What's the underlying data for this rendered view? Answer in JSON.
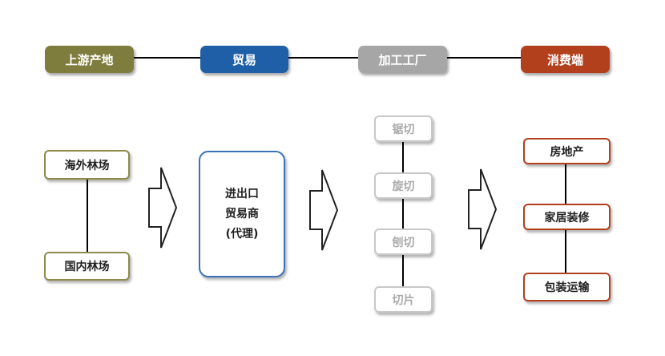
{
  "stages": [
    {
      "label": "上游产地",
      "color": "#7f7d3e"
    },
    {
      "label": "贸易",
      "color": "#1f5fa8"
    },
    {
      "label": "加工工厂",
      "color": "#a6a6a6"
    },
    {
      "label": "消费端",
      "color": "#b3401d"
    }
  ],
  "forests": {
    "overseas": "海外林场",
    "domestic": "国内林场",
    "border_color": "#8c8a4c"
  },
  "trader": {
    "line1": "进出口",
    "line2": "贸易商",
    "line3": "(代理)",
    "border_color": "#3a73b8"
  },
  "processing": {
    "items": [
      "锯切",
      "旋切",
      "刨切",
      "切片"
    ],
    "border_color": "#c8c8c8"
  },
  "consumers": {
    "items": [
      "房地产",
      "家居装修",
      "包装运输"
    ],
    "border_color": "#b3401d"
  }
}
